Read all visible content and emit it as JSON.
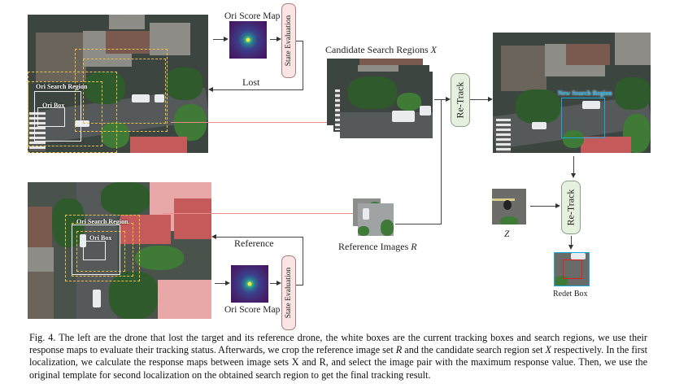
{
  "figure": {
    "top_left_panel": {
      "search_region_label": "Ori Search Region",
      "box_label": "Ori Box"
    },
    "top_score_map_label": "Ori Score Map",
    "top_state_label": "State Evaluation",
    "lost_label": "Lost",
    "candidate_label_prefix": "Candidate Search Regions ",
    "candidate_label_symbol": "X",
    "retrack_label_1": "Re-Track",
    "top_right_panel": {
      "new_search_region_label": "New Search Region"
    },
    "z_label": "Z",
    "retrack_label_2": "Re-Track",
    "redet_label": "Redet Box",
    "bottom_left_panel": {
      "search_region_label": "Ori Search Region",
      "box_label": "Ori Box"
    },
    "reference_label": "Reference",
    "reference_images_prefix": "Reference Images ",
    "reference_images_symbol": "R",
    "bottom_score_map_label": "Ori Score Map",
    "bottom_state_label": "State Evaluation",
    "colors": {
      "search_box_dashed": "#e8c24a",
      "new_search_region": "#19a9e0",
      "redet_box": "#e02020",
      "state_eval_fill": "#fbe4e4",
      "retrack_fill": "#e6f0df",
      "correspondence_line": "#f08c8c"
    }
  },
  "caption": {
    "p1": "Fig. 4.  The left are the drone that lost the target and its reference drone, the white boxes are the current tracking boxes and search regions, we use their response maps to evaluate their tracking status. Afterwards, we crop the reference image set ",
    "sym_R": "R",
    "p2": " and the candidate search region set ",
    "sym_X": "X",
    "p3": " respectively. In the first localization, we calculate the response maps between image sets X and R, and select the image pair with the maximum response value. Then, we use the original template for second localization on the obtained search region to get the final tracking result."
  }
}
